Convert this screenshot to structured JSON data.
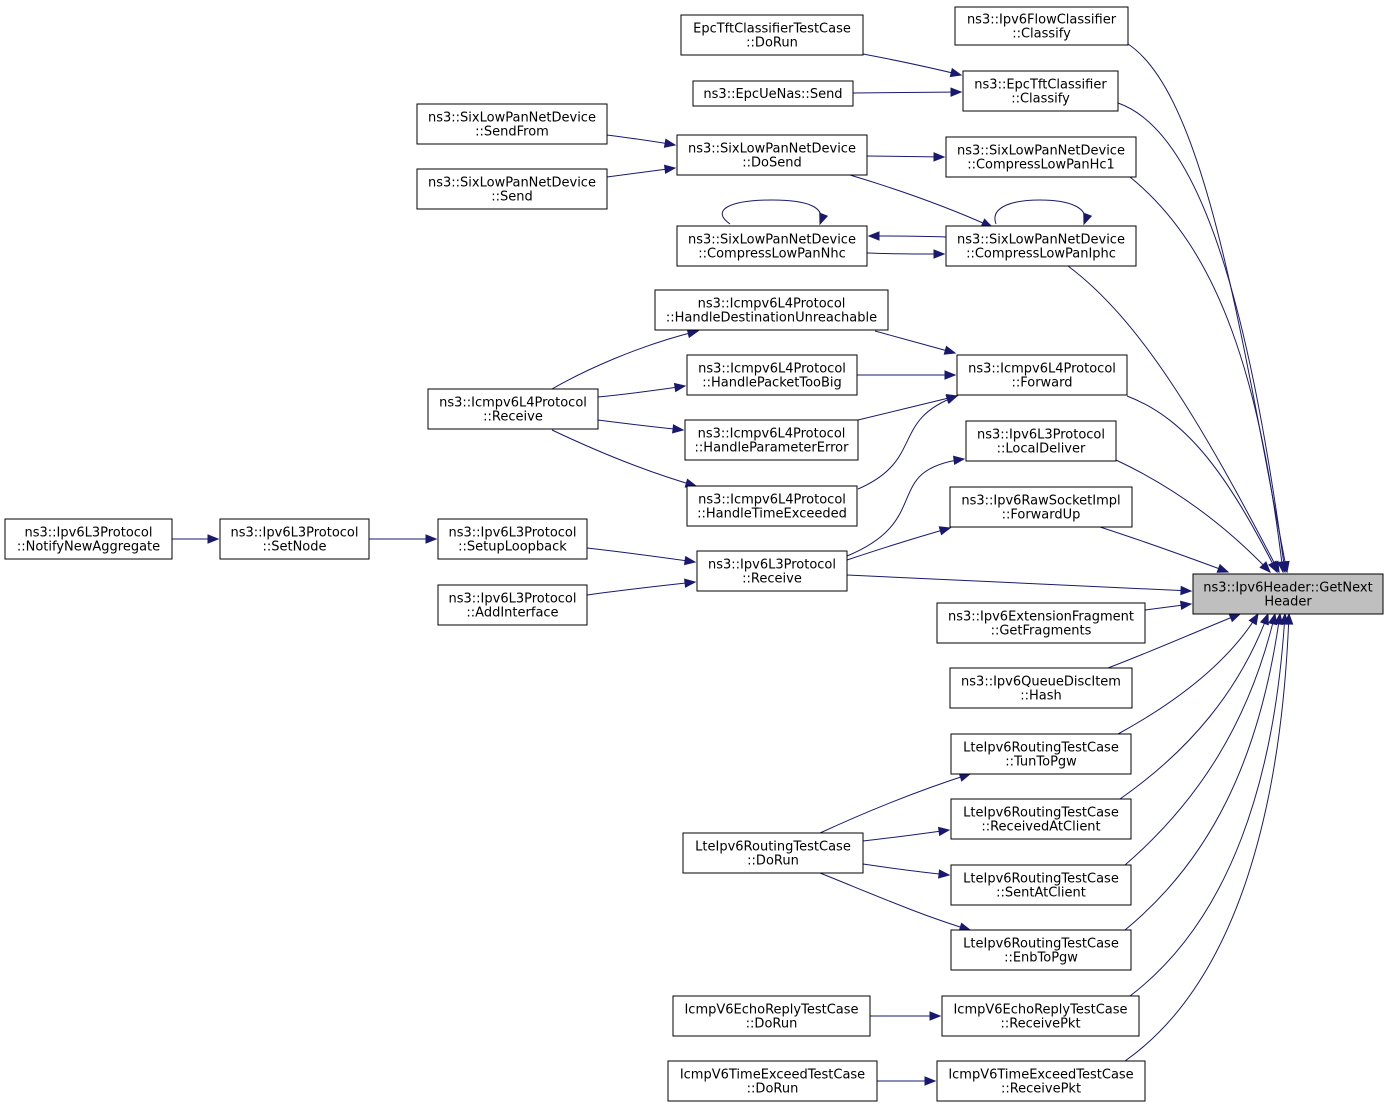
{
  "nodes": [
    {
      "id": "getnext",
      "lines": [
        "ns3::Ipv6Header::GetNext",
        "Header"
      ],
      "focus": true
    },
    {
      "id": "flowcls",
      "lines": [
        "ns3::Ipv6FlowClassifier",
        "::Classify"
      ]
    },
    {
      "id": "epctfttc",
      "lines": [
        "EpcTftClassifierTestCase",
        "::DoRun"
      ]
    },
    {
      "id": "epcuenas",
      "lines": [
        "ns3::EpcUeNas::Send"
      ]
    },
    {
      "id": "epctftcls",
      "lines": [
        "ns3::EpcTftClassifier",
        "::Classify"
      ]
    },
    {
      "id": "sixsendfrom",
      "lines": [
        "ns3::SixLowPanNetDevice",
        "::SendFrom"
      ]
    },
    {
      "id": "sixsend",
      "lines": [
        "ns3::SixLowPanNetDevice",
        "::Send"
      ]
    },
    {
      "id": "sixdosend",
      "lines": [
        "ns3::SixLowPanNetDevice",
        "::DoSend"
      ]
    },
    {
      "id": "sixhc1",
      "lines": [
        "ns3::SixLowPanNetDevice",
        "::CompressLowPanHc1"
      ]
    },
    {
      "id": "sixnhc",
      "lines": [
        "ns3::SixLowPanNetDevice",
        "::CompressLowPanNhc"
      ]
    },
    {
      "id": "sixiphc",
      "lines": [
        "ns3::SixLowPanNetDevice",
        "::CompressLowPanIphc"
      ]
    },
    {
      "id": "icmpdest",
      "lines": [
        "ns3::Icmpv6L4Protocol",
        "::HandleDestinationUnreachable"
      ]
    },
    {
      "id": "icmptoobig",
      "lines": [
        "ns3::Icmpv6L4Protocol",
        "::HandlePacketTooBig"
      ]
    },
    {
      "id": "icmpfwd",
      "lines": [
        "ns3::Icmpv6L4Protocol",
        "::Forward"
      ]
    },
    {
      "id": "icmprecv",
      "lines": [
        "ns3::Icmpv6L4Protocol",
        "::Receive"
      ]
    },
    {
      "id": "icmpparam",
      "lines": [
        "ns3::Icmpv6L4Protocol",
        "::HandleParameterError"
      ]
    },
    {
      "id": "ipv6local",
      "lines": [
        "ns3::Ipv6L3Protocol",
        "::LocalDeliver"
      ]
    },
    {
      "id": "icmptime",
      "lines": [
        "ns3::Icmpv6L4Protocol",
        "::HandleTimeExceeded"
      ]
    },
    {
      "id": "rawfwd",
      "lines": [
        "ns3::Ipv6RawSocketImpl",
        "::ForwardUp"
      ]
    },
    {
      "id": "notify",
      "lines": [
        "ns3::Ipv6L3Protocol",
        "::NotifyNewAggregate"
      ]
    },
    {
      "id": "setnode",
      "lines": [
        "ns3::Ipv6L3Protocol",
        "::SetNode"
      ]
    },
    {
      "id": "setuploop",
      "lines": [
        "ns3::Ipv6L3Protocol",
        "::SetupLoopback"
      ]
    },
    {
      "id": "ipv6recv",
      "lines": [
        "ns3::Ipv6L3Protocol",
        "::Receive"
      ]
    },
    {
      "id": "addiface",
      "lines": [
        "ns3::Ipv6L3Protocol",
        "::AddInterface"
      ]
    },
    {
      "id": "extfrag",
      "lines": [
        "ns3::Ipv6ExtensionFragment",
        "::GetFragments"
      ]
    },
    {
      "id": "qdhash",
      "lines": [
        "ns3::Ipv6QueueDiscItem",
        "::Hash"
      ]
    },
    {
      "id": "ltetun",
      "lines": [
        "LteIpv6RoutingTestCase",
        "::TunToPgw"
      ]
    },
    {
      "id": "lterecv",
      "lines": [
        "LteIpv6RoutingTestCase",
        "::ReceivedAtClient"
      ]
    },
    {
      "id": "ltedorun",
      "lines": [
        "LteIpv6RoutingTestCase",
        "::DoRun"
      ]
    },
    {
      "id": "ltesent",
      "lines": [
        "LteIpv6RoutingTestCase",
        "::SentAtClient"
      ]
    },
    {
      "id": "lteenb",
      "lines": [
        "LteIpv6RoutingTestCase",
        "::EnbToPgw"
      ]
    },
    {
      "id": "echodorun",
      "lines": [
        "IcmpV6EchoReplyTestCase",
        "::DoRun"
      ]
    },
    {
      "id": "echorecv",
      "lines": [
        "IcmpV6EchoReplyTestCase",
        "::ReceivePkt"
      ]
    },
    {
      "id": "timedorun",
      "lines": [
        "IcmpV6TimeExceedTestCase",
        "::DoRun"
      ]
    },
    {
      "id": "timerecv",
      "lines": [
        "IcmpV6TimeExceedTestCase",
        "::ReceivePkt"
      ]
    }
  ],
  "edges": [
    {
      "from": "flowcls",
      "to": "getnext"
    },
    {
      "from": "epctfttc",
      "to": "epctftcls"
    },
    {
      "from": "epcuenas",
      "to": "epctftcls"
    },
    {
      "from": "epctftcls",
      "to": "getnext"
    },
    {
      "from": "sixsendfrom",
      "to": "sixdosend"
    },
    {
      "from": "sixsend",
      "to": "sixdosend"
    },
    {
      "from": "sixdosend",
      "to": "sixhc1"
    },
    {
      "from": "sixdosend",
      "to": "sixiphc"
    },
    {
      "from": "sixhc1",
      "to": "getnext"
    },
    {
      "from": "sixnhc",
      "to": "sixnhc"
    },
    {
      "from": "sixnhc",
      "to": "sixiphc"
    },
    {
      "from": "sixiphc",
      "to": "sixnhc"
    },
    {
      "from": "sixiphc",
      "to": "sixiphc"
    },
    {
      "from": "sixiphc",
      "to": "getnext"
    },
    {
      "from": "icmpdest",
      "to": "icmpfwd"
    },
    {
      "from": "icmptoobig",
      "to": "icmpfwd"
    },
    {
      "from": "icmpparam",
      "to": "icmpfwd"
    },
    {
      "from": "icmptime",
      "to": "icmpfwd"
    },
    {
      "from": "icmprecv",
      "to": "icmpdest"
    },
    {
      "from": "icmprecv",
      "to": "icmptoobig"
    },
    {
      "from": "icmprecv",
      "to": "icmpparam"
    },
    {
      "from": "icmprecv",
      "to": "icmptime"
    },
    {
      "from": "icmpfwd",
      "to": "getnext"
    },
    {
      "from": "ipv6local",
      "to": "getnext"
    },
    {
      "from": "rawfwd",
      "to": "getnext"
    },
    {
      "from": "notify",
      "to": "setnode"
    },
    {
      "from": "setnode",
      "to": "setuploop"
    },
    {
      "from": "setuploop",
      "to": "ipv6recv"
    },
    {
      "from": "addiface",
      "to": "ipv6recv"
    },
    {
      "from": "ipv6recv",
      "to": "ipv6local"
    },
    {
      "from": "ipv6recv",
      "to": "rawfwd"
    },
    {
      "from": "ipv6recv",
      "to": "getnext"
    },
    {
      "from": "extfrag",
      "to": "getnext"
    },
    {
      "from": "qdhash",
      "to": "getnext"
    },
    {
      "from": "ltedorun",
      "to": "ltetun"
    },
    {
      "from": "ltedorun",
      "to": "lterecv"
    },
    {
      "from": "ltedorun",
      "to": "ltesent"
    },
    {
      "from": "ltedorun",
      "to": "lteenb"
    },
    {
      "from": "ltetun",
      "to": "getnext"
    },
    {
      "from": "lterecv",
      "to": "getnext"
    },
    {
      "from": "ltesent",
      "to": "getnext"
    },
    {
      "from": "lteenb",
      "to": "getnext"
    },
    {
      "from": "echodorun",
      "to": "echorecv"
    },
    {
      "from": "echorecv",
      "to": "getnext"
    },
    {
      "from": "timedorun",
      "to": "timerecv"
    },
    {
      "from": "timerecv",
      "to": "getnext"
    }
  ]
}
